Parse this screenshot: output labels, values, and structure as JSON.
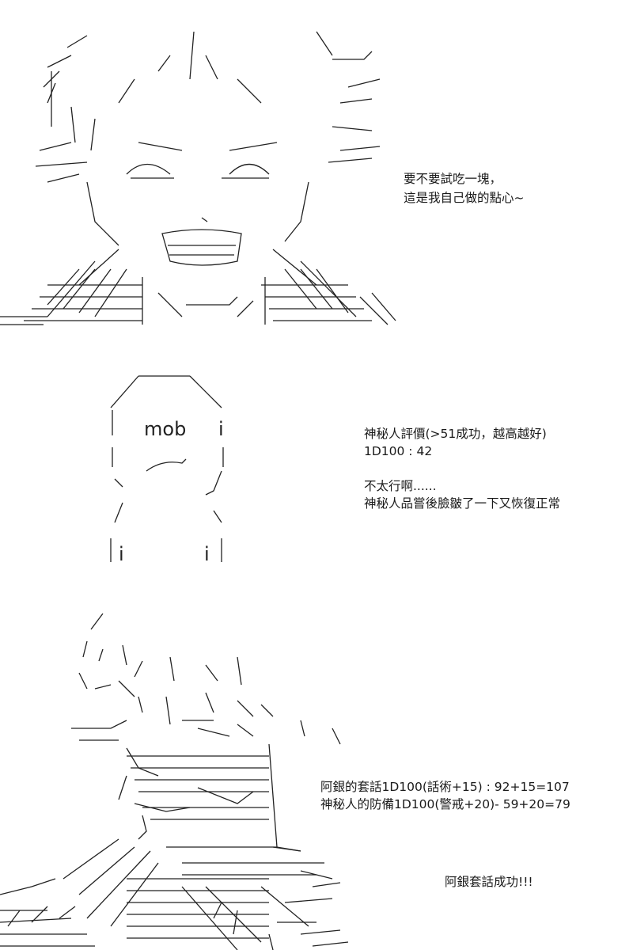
{
  "panel1": {
    "dialog_line1": "要不要試吃一塊，",
    "dialog_line2": "這是我自己做的點心~"
  },
  "panel2": {
    "mob_label": "mob",
    "mob_mark": "i",
    "evaluation": "神秘人評價(>51成功，越高越好)",
    "roll": "1D100 : 42",
    "comment": "不太行啊......",
    "reaction": "神秘人品嘗後臉皺了一下又恢復正常"
  },
  "panel3": {
    "persuade_roll": "阿銀的套話1D100(話術+15) : 92+15=107",
    "defense_roll": "神秘人的防備1D100(警戒+20)- 59+20=79",
    "result": "阿銀套話成功!!!"
  }
}
